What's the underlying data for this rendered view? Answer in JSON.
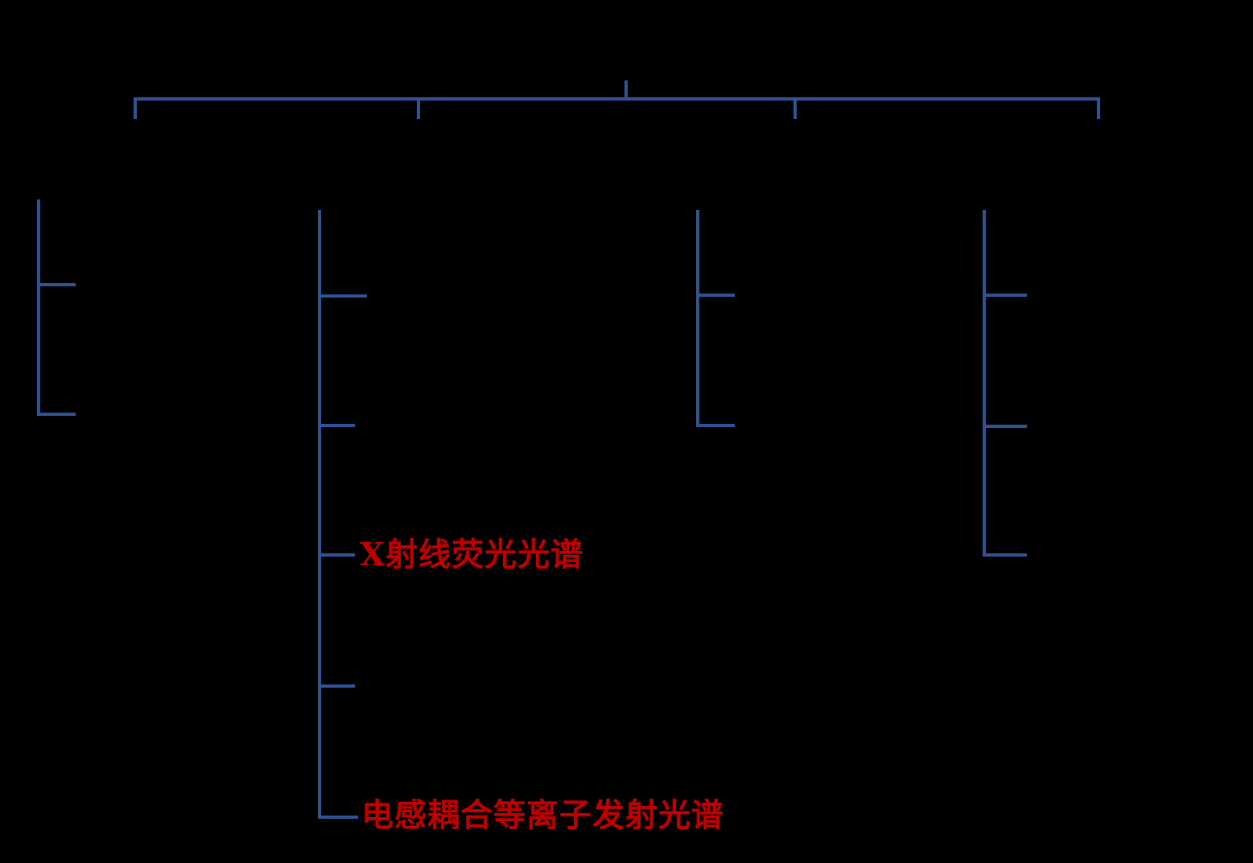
{
  "diagram": {
    "type": "tree-bracket-diagram",
    "note_visible_content": "black background, blue connector tree, two visible red labels",
    "labels": {
      "xrf": "X射线荧光光谱",
      "icp": "电感耦合等离子发射光谱"
    }
  },
  "colors": {
    "background": "#000000",
    "line": "#2F5496",
    "label": "#C00000"
  }
}
